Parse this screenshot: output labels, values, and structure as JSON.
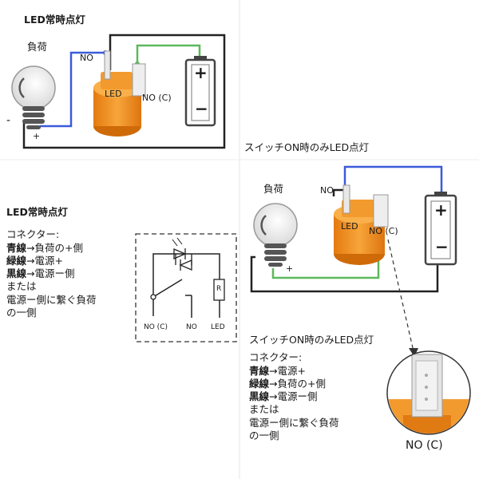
{
  "diagram1": {
    "title": "LED常時点灯",
    "load_label": "負荷",
    "no_label": "NO",
    "led_label": "LED",
    "noc_label": "NO (C)",
    "minus": "-",
    "plus": "+",
    "battery_plus": "+",
    "battery_minus": "−"
  },
  "diagram2": {
    "title": "スイッチON時のみLED点灯",
    "load_label": "負荷",
    "no_label": "NO",
    "led_label": "LED",
    "noc_label": "NO (C)",
    "plus": "+",
    "battery_plus": "+",
    "battery_minus": "−"
  },
  "legend1": {
    "title": "LED常時点灯",
    "connector": "コネクター:",
    "lines": [
      {
        "label": "青線",
        "text": "→負荷の+側"
      },
      {
        "label": "緑線",
        "text": "→電源+"
      },
      {
        "label": "黒線",
        "text": "→電源ー側"
      }
    ],
    "or": "または",
    "alt_line1": "電源ー側に繋ぐ負荷",
    "alt_line2": "の一側"
  },
  "schematic": {
    "noc": "NO (C)",
    "no": "NO",
    "led": "LED",
    "r": "R"
  },
  "legend2": {
    "title": "スイッチON時のみLED点灯",
    "connector": "コネクター:",
    "lines": [
      {
        "label": "青線",
        "text": "→電源+"
      },
      {
        "label": "緑線",
        "text": "→負荷の+側"
      },
      {
        "label": "黒線",
        "text": "→電源ー側"
      }
    ],
    "or": "または",
    "alt_line1": "電源ー側に繋ぐ負荷",
    "alt_line2": "の一側"
  },
  "zoom": {
    "label": "NO (C)"
  },
  "colors": {
    "blue_wire": "#3b5bdb",
    "green_wire": "#5cb85c",
    "black_wire": "#222222",
    "switch_body": "#f08a1c"
  }
}
